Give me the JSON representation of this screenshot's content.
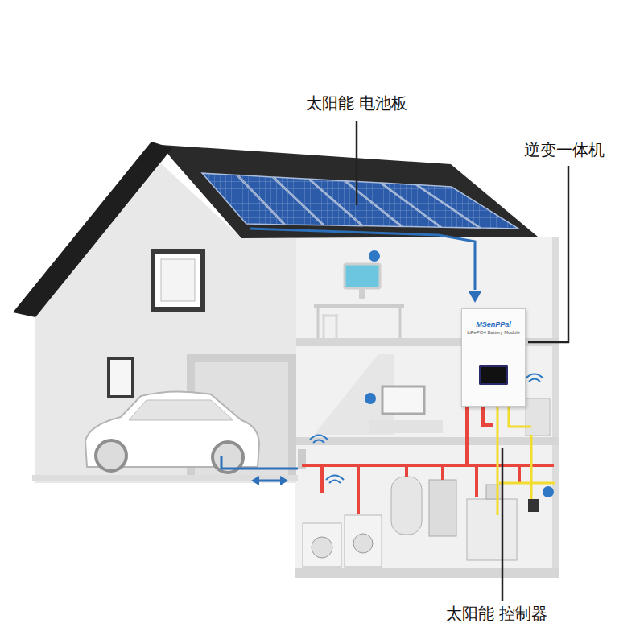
{
  "diagram": {
    "nodes": [
      {
        "text": [
          "MSenPPal",
          "LiFePO4 Battery Module"
        ]
      }
    ],
    "labels": [
      "太阳能 电池板",
      "逆变一体机",
      "太阳能 控制器"
    ]
  }
}
